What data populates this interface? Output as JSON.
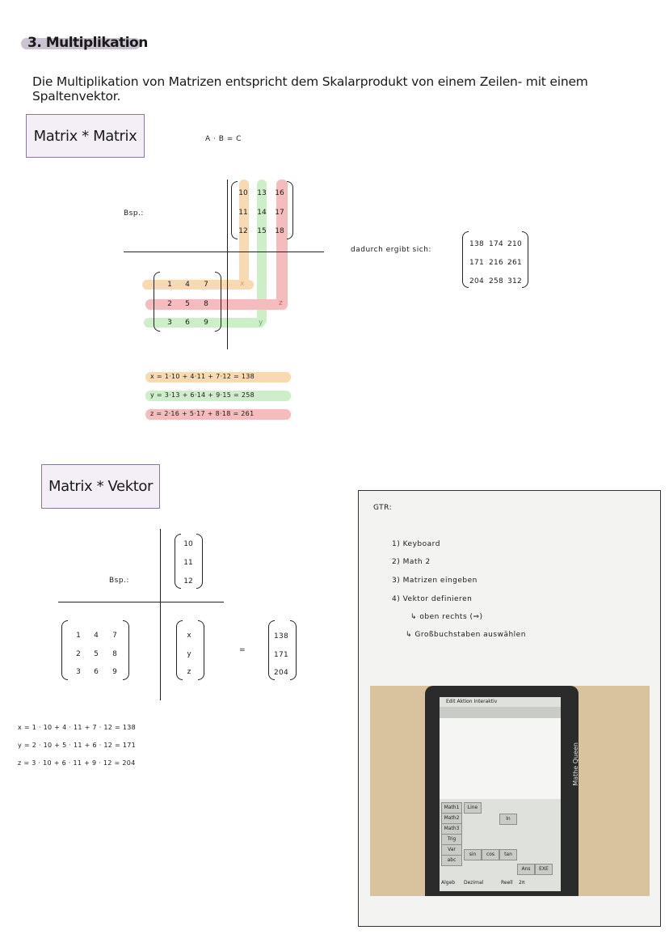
{
  "heading": "3. Multiplikation",
  "intro": "Die Multiplikation von Matrizen entspricht dem Skalarprodukt von einem Zeilen- mit einem Spaltenvektor.",
  "mm": {
    "box_label": "Matrix * Matrix",
    "formula": "A · B = C",
    "bsp": "Bsp.:",
    "B": [
      [
        "10",
        "13",
        "16"
      ],
      [
        "11",
        "14",
        "17"
      ],
      [
        "12",
        "15",
        "18"
      ]
    ],
    "A": [
      [
        "1",
        "4",
        "7"
      ],
      [
        "2",
        "5",
        "8"
      ],
      [
        "3",
        "6",
        "9"
      ]
    ],
    "marks": {
      "x": "x",
      "y": "y",
      "z": "z"
    },
    "result_label": "dadurch ergibt sich:",
    "C": [
      [
        "138",
        "174",
        "210"
      ],
      [
        "171",
        "216",
        "261"
      ],
      [
        "204",
        "258",
        "312"
      ]
    ],
    "equations": [
      "x = 1·10 + 4·11 + 7·12 = 138",
      "y = 3·13 + 6·14 + 9·15 = 258",
      "z = 2·16 + 5·17 + 8·18 = 261"
    ]
  },
  "mv": {
    "box_label": "Matrix * Vektor",
    "bsp": "Bsp.:",
    "v": [
      "10",
      "11",
      "12"
    ],
    "A": [
      [
        "1",
        "4",
        "7"
      ],
      [
        "2",
        "5",
        "8"
      ],
      [
        "3",
        "6",
        "9"
      ]
    ],
    "xyz": [
      "x",
      "y",
      "z"
    ],
    "equals": "=",
    "result": [
      "138",
      "171",
      "204"
    ],
    "equations": [
      "x = 1 · 10 + 4 · 11 + 7 · 12 = 138",
      "y = 2 · 10 + 5 · 11 + 6 · 12 = 171",
      "z = 3 · 10 + 6 · 11 + 9 · 12 = 204"
    ]
  },
  "gtr": {
    "title": "GTR:",
    "steps": [
      "1) Keyboard",
      "2) Math 2",
      "3) Matrizen eingeben",
      "4) Vektor definieren"
    ],
    "sub": [
      "↳ oben rechts (⇒)",
      "↳ Großbuchstaben auswählen"
    ],
    "brand": "Mathe Queen",
    "calc_menu": "Edit  Aktion  Interaktiv",
    "calc_keys": [
      "Math1",
      "Math2",
      "Math3",
      "Trig",
      "Var",
      "abc",
      "Line",
      "sin",
      "cos",
      "tan",
      "ln",
      "Ans",
      "EXE"
    ],
    "calc_footer": [
      "Algeb",
      "Dezimal",
      "Reell",
      "2π"
    ]
  }
}
